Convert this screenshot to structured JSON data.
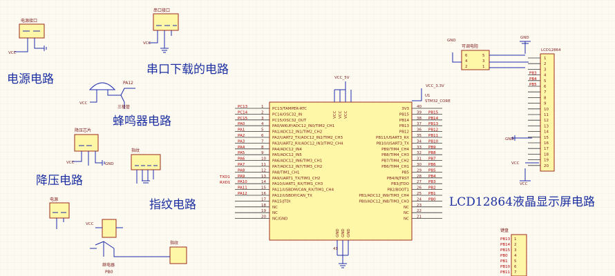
{
  "captions": {
    "power": "电源电路",
    "serial": "串口下载的电路",
    "buzzer": "蜂鸣器电路",
    "stepdown": "降压电路",
    "fingerprint": "指纹电路",
    "lcd": "LCD12864液晶显示屏电路"
  },
  "parts": {
    "power_conn": "电源接口",
    "serial_conn": "串口接口",
    "buzzer_q": "PA12",
    "buzzer_name": "三极管",
    "stepdown_conn": "降压芯片",
    "finger_conn": "指纹",
    "relay_conn": "电源",
    "relay_name": "继电器",
    "relay_pin": "PB0",
    "fp2_conn": "指纹",
    "lcd_name": "LCD12864",
    "pot_name": "可调电阻",
    "bottom_conn": "键盘",
    "mcu_ref": "U1",
    "mcu_part": "STM32_CORE",
    "mcu_supply": "VCC_3.3V",
    "mcu_supply2": "VCC_5V",
    "vcc": "VCC",
    "gnd": "GND",
    "txd": "TXD1",
    "rxd": "RXD1"
  },
  "mcu_left_pins": [
    {
      "net": "PC13",
      "num": "1",
      "fn": "PC13/TAMPER-RTC"
    },
    {
      "net": "PC14",
      "num": "2",
      "fn": "PC14/OSC32_IN"
    },
    {
      "net": "PC15",
      "num": "3",
      "fn": "PC15/OSC32_OUT"
    },
    {
      "net": "PA0",
      "num": "4",
      "fn": "PA0/WKUP/ADC12_IN0/TIM2_CH1"
    },
    {
      "net": "PA1",
      "num": "5",
      "fn": "PA1/ADC12_IN1/TIM2_CH2"
    },
    {
      "net": "PA2",
      "num": "6",
      "fn": "PA2/UART2_TX/ADC12_IN2/TIM2_CH3"
    },
    {
      "net": "PA3",
      "num": "7",
      "fn": "PA3/UART2_RX/ADC12_IN3/TIM2_CH4"
    },
    {
      "net": "PA4",
      "num": "8",
      "fn": "PA4/ADC12_IN4"
    },
    {
      "net": "PA5",
      "num": "9",
      "fn": "PA5/ADC12_IN5"
    },
    {
      "net": "PA6",
      "num": "10",
      "fn": "PA6/ADC12_IN6/TIM3_CH1"
    },
    {
      "net": "PA7",
      "num": "11",
      "fn": "PA7/ADC12_IN7/TIM3_CH2"
    },
    {
      "net": "PA8",
      "num": "12",
      "fn": "PA8/TIM1_CH1"
    },
    {
      "net": "PA9",
      "num": "13",
      "fn": "PA9/UART1_TX/TIM1_CH2"
    },
    {
      "net": "PA10",
      "num": "14",
      "fn": "PA10/UART1_RX/TIM1_CH3"
    },
    {
      "net": "PA11",
      "num": "15",
      "fn": "PA11/USBDM/CAN_RX/TIM1_CH4"
    },
    {
      "net": "PA12",
      "num": "16",
      "fn": "PA12/USBDP/CAN_TX"
    },
    {
      "net": "",
      "num": "17",
      "fn": "PA15/JTDI"
    },
    {
      "net": "",
      "num": "18",
      "fn": "NC"
    },
    {
      "net": "",
      "num": "19",
      "fn": "NC"
    },
    {
      "net": "",
      "num": "20",
      "fn": "NC/GND"
    }
  ],
  "mcu_right_pins": [
    {
      "net": "",
      "num": "40",
      "fn": "3V3"
    },
    {
      "net": "PB15",
      "num": "39",
      "fn": "PB15"
    },
    {
      "net": "PB14",
      "num": "38",
      "fn": "PB14"
    },
    {
      "net": "PB13",
      "num": "37",
      "fn": "PB13"
    },
    {
      "net": "PB12",
      "num": "36",
      "fn": "PB12"
    },
    {
      "net": "PB11",
      "num": "35",
      "fn": "PB11/USART3_RX"
    },
    {
      "net": "PB10",
      "num": "34",
      "fn": "PB10/USART3_TX"
    },
    {
      "net": "PB9",
      "num": "33",
      "fn": "PB9/TIM4_CH4"
    },
    {
      "net": "PB8",
      "num": "32",
      "fn": "PB8/TIM4_CH3"
    },
    {
      "net": "PB7",
      "num": "31",
      "fn": "PB7/TIM4_CH2"
    },
    {
      "net": "PB6",
      "num": "30",
      "fn": "PB6/TIM4_CH1"
    },
    {
      "net": "PB5",
      "num": "29",
      "fn": "PB5"
    },
    {
      "net": "PB4",
      "num": "28",
      "fn": "PB4/NJTRST"
    },
    {
      "net": "PB3",
      "num": "27",
      "fn": "PB3/JTDO"
    },
    {
      "net": "PB2",
      "num": "26",
      "fn": "PB2/BOOT1"
    },
    {
      "net": "PB1",
      "num": "25",
      "fn": "PB1/ADC12_IN9/TIM3_CH4"
    },
    {
      "net": "PB0",
      "num": "24",
      "fn": "PB0/ADC12_IN8/TIM3_CH3"
    },
    {
      "net": "",
      "num": "23",
      "fn": "NC"
    },
    {
      "net": "",
      "num": "22",
      "fn": "NC"
    },
    {
      "net": "",
      "num": "21",
      "fn": "NC"
    }
  ],
  "mcu_top_pins": [
    "VCC",
    "VCC",
    "VCC"
  ],
  "mcu_bottom_pins": [
    "GND",
    "GND",
    "GND"
  ],
  "lcd_pins": [
    "1",
    "2",
    "3",
    "4",
    "5",
    "6",
    "7",
    "8",
    "9",
    "10",
    "11",
    "12",
    "13",
    "14",
    "15",
    "16",
    "17",
    "18",
    "19",
    "20"
  ],
  "lcd_nets": [
    "",
    "",
    "",
    "PB3",
    "PB4",
    "PB5",
    "",
    "",
    "",
    "",
    "",
    "",
    "",
    "",
    "",
    "",
    "",
    "",
    "",
    ""
  ],
  "bottom_nets": [
    "PB13",
    "PB14",
    "PB15",
    "PB0",
    "PB1",
    "PB10",
    "PB11"
  ]
}
